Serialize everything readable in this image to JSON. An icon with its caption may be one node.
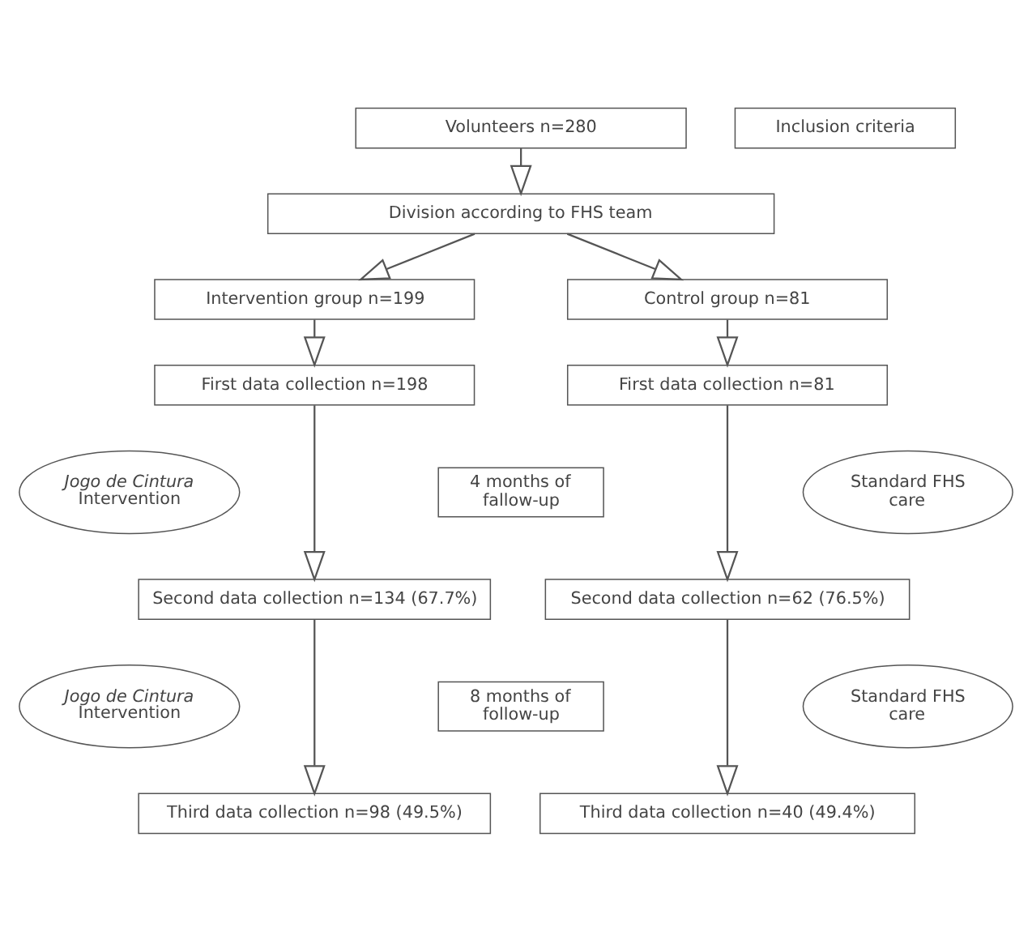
{
  "diagram": {
    "nodes": [
      {
        "text": [
          "Volunteers n=280"
        ]
      },
      {
        "text": [
          "Inclusion criteria"
        ]
      },
      {
        "text": [
          "Division according to FHS team"
        ]
      },
      {
        "text": [
          "Intervention group n=199"
        ]
      },
      {
        "text": [
          "Control group n=81"
        ]
      },
      {
        "text": [
          "First data collection n=198"
        ]
      },
      {
        "text": [
          "First data collection n=81"
        ]
      },
      {
        "text": [
          "*Jogo de Cintura* Intervention"
        ]
      },
      {
        "text": [
          "Standard FHS care"
        ]
      },
      {
        "text": [
          "4 months of fallow-up"
        ]
      },
      {
        "text": [
          "Second data collection n=134 (67.7%)"
        ]
      },
      {
        "text": [
          "Second data collection n=62 (76.5%)"
        ]
      },
      {
        "text": [
          "*Jogo de Cintura* Intervention"
        ]
      },
      {
        "text": [
          "Standard FHS care"
        ]
      },
      {
        "text": [
          "8 months of follow-up"
        ]
      },
      {
        "text": [
          "Third data collection n=98 (49.5%)"
        ]
      },
      {
        "text": [
          "Third data collection n=40 (49.4%)"
        ]
      }
    ],
    "edges": [
      {
        "from": 0,
        "to": 2,
        "arrow": "to"
      },
      {
        "from": 2,
        "to": 3,
        "arrow": "to"
      },
      {
        "from": 2,
        "to": 4,
        "arrow": "to"
      },
      {
        "from": 3,
        "to": 5,
        "arrow": "to"
      },
      {
        "from": 4,
        "to": 6,
        "arrow": "to"
      },
      {
        "from": 5,
        "to": 10,
        "arrow": "to"
      },
      {
        "from": 6,
        "to": 11,
        "arrow": "to"
      },
      {
        "from": 10,
        "to": 15,
        "arrow": "to"
      },
      {
        "from": 11,
        "to": 16,
        "arrow": "to"
      }
    ]
  }
}
